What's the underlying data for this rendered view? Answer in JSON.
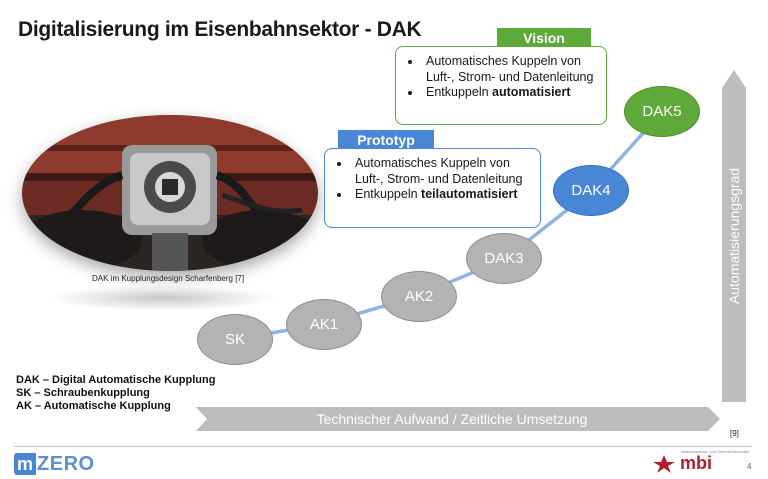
{
  "slide": {
    "title": "Digitalisierung im Eisenbahnsektor - DAK",
    "page_number": "4"
  },
  "photo": {
    "caption": "DAK im Kupplungsdesign Scharfenberg [7]"
  },
  "stages": [
    "SK",
    "AK1",
    "AK2",
    "DAK3",
    "DAK4",
    "DAK5"
  ],
  "colors": {
    "grey": "#b3b3b3",
    "blue": "#4a86d6",
    "green": "#5fa83a",
    "connector": "#8fb4e3"
  },
  "cards": {
    "prototype": {
      "tag": "Prototyp",
      "items": [
        "Automatisches Kuppeln von Luft-, Strom- und Datenleitung"
      ],
      "last_item_prefix": "Entkuppeln ",
      "last_item_bold": "teilautomatisiert"
    },
    "vision": {
      "tag": "Vision",
      "items": [
        "Automatisches Kuppeln von Luft-, Strom- und Datenleitung"
      ],
      "last_item_prefix": "Entkuppeln ",
      "last_item_bold": "automatisiert"
    }
  },
  "axes": {
    "horizontal": "Technischer Aufwand / Zeitliche Umsetzung",
    "vertical": "Automatisierungsgrad",
    "reference": "[9]"
  },
  "legend": [
    "DAK – Digital Automatische Kupplung",
    "SK – Schraubenkupplung",
    "AK – Automatische Kupplung"
  ],
  "footer": {
    "logo_left_prefix": "m",
    "logo_left_main": "ZERO",
    "logo_right": "mbi",
    "logo_right_tagline": "Maschinenbau- und Betriebsinformatik"
  }
}
